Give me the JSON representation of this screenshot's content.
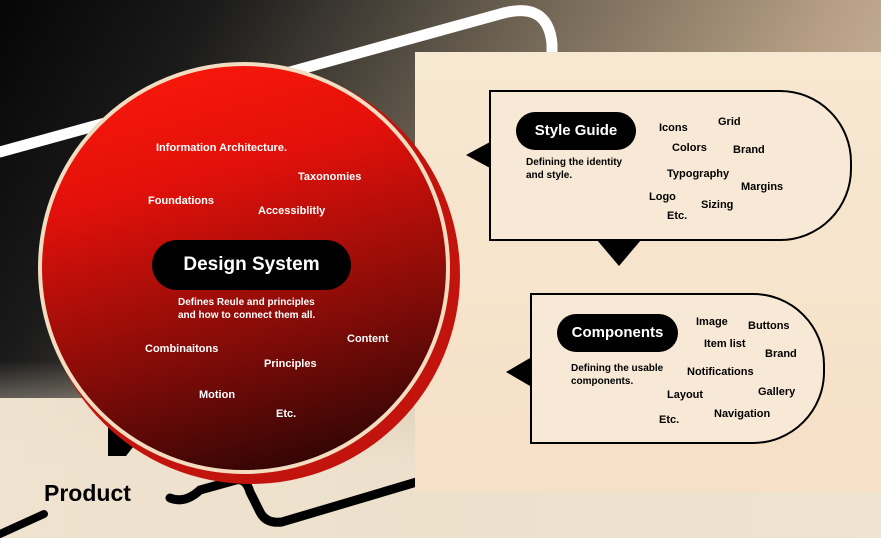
{
  "design_system": {
    "title": "Design System",
    "description_line1": "Defines Reule and principles",
    "description_line2": "and how to connect them all.",
    "tags": [
      "Information Architecture.",
      "Taxonomies",
      "Foundations",
      "Accessiblitly",
      "Content",
      "Combinaitons",
      "Principles",
      "Motion",
      "Etc."
    ]
  },
  "style_guide": {
    "title": "Style Guide",
    "description_line1": "Defining the identity",
    "description_line2": "and style.",
    "tags": [
      "Icons",
      "Grid",
      "Colors",
      "Brand",
      "Typography",
      "Margins",
      "Logo",
      "Sizing",
      "Etc."
    ]
  },
  "components": {
    "title": "Components",
    "description_line1": "Defining the usable",
    "description_line2": "components.",
    "tags": [
      "Image",
      "Buttons",
      "Item list",
      "Brand",
      "Notifications",
      "Layout",
      "Gallery",
      "Navigation",
      "Etc."
    ]
  },
  "footer": {
    "label": "Product"
  },
  "colors": {
    "red": "#e1100a",
    "black": "#000000",
    "cream": "#f7e8d2"
  }
}
